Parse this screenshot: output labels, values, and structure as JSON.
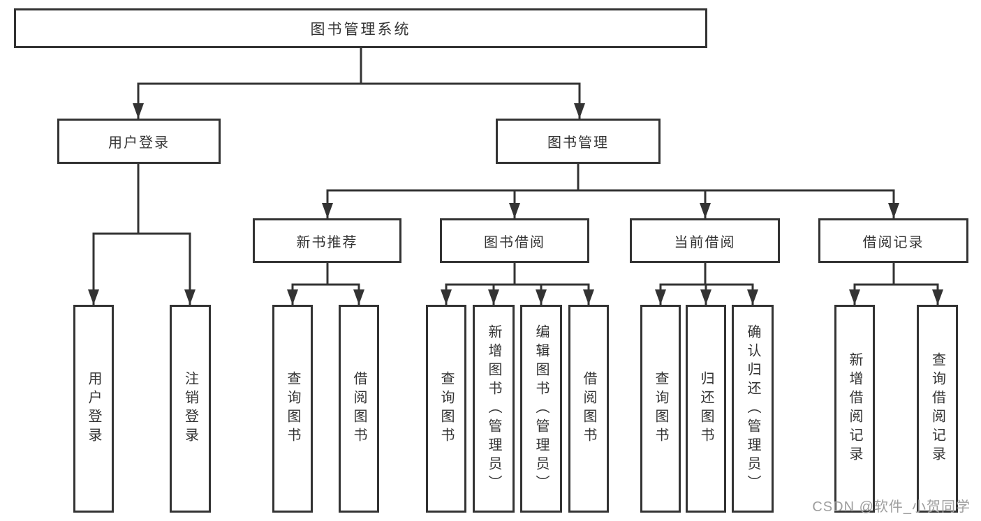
{
  "diagram": {
    "type": "hierarchy-tree",
    "colors": {
      "line": "#333333",
      "box_border": "#333333",
      "box_fill": "#ffffff",
      "text": "#333333",
      "watermark_text": "#9e9e9e",
      "background": "#ffffff"
    },
    "tree": {
      "root": {
        "label": "图书管理系统",
        "children": [
          {
            "label": "用户登录",
            "children": [
              {
                "label": "用户登录"
              },
              {
                "label": "注销登录"
              }
            ]
          },
          {
            "label": "图书管理",
            "children": [
              {
                "label": "新书推荐",
                "children": [
                  {
                    "label": "查询图书"
                  },
                  {
                    "label": "借阅图书"
                  }
                ]
              },
              {
                "label": "图书借阅",
                "children": [
                  {
                    "label": "查询图书"
                  },
                  {
                    "label": "新增图书（管理员）"
                  },
                  {
                    "label": "编辑图书（管理员）"
                  },
                  {
                    "label": "借阅图书"
                  }
                ]
              },
              {
                "label": "当前借阅",
                "children": [
                  {
                    "label": "查询图书"
                  },
                  {
                    "label": "归还图书"
                  },
                  {
                    "label": "确认归还（管理员）"
                  }
                ]
              },
              {
                "label": "借阅记录",
                "children": [
                  {
                    "label": "新增借阅记录"
                  },
                  {
                    "label": "查询借阅记录"
                  }
                ]
              }
            ]
          }
        ]
      }
    },
    "watermark": "CSDN @软件_小贺同学"
  }
}
